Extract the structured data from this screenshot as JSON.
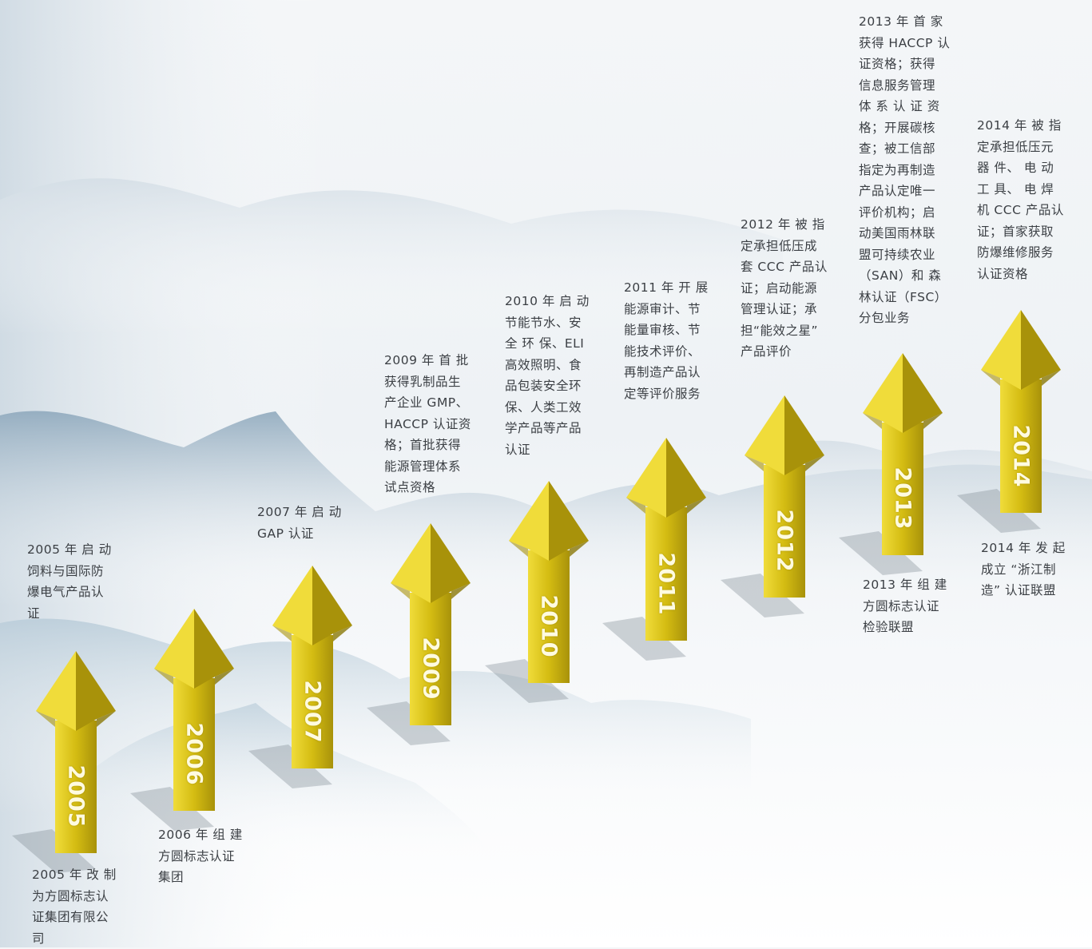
{
  "colors": {
    "arrow_light": "#f0dc3a",
    "arrow_mid": "#d4bc12",
    "arrow_dark": "#a8920a",
    "mountain_blue": "#9fb8c9",
    "text": "#3b3f44"
  },
  "milestones": [
    {
      "year": "2005",
      "above": "2005 年 启 动\n饲料与国际防\n爆电气产品认\n证",
      "below": "2005 年 改 制\n为方圆标志认\n证集团有限公\n司"
    },
    {
      "year": "2006",
      "above": "",
      "below": "2006 年 组 建\n方圆标志认证\n集团"
    },
    {
      "year": "2007",
      "above": "2007 年 启 动\nGAP 认证",
      "below": ""
    },
    {
      "year": "2009",
      "above": "2009 年 首 批\n获得乳制品生\n产企业 GMP、\nHACCP 认证资\n格；首批获得\n能源管理体系\n试点资格",
      "below": ""
    },
    {
      "year": "2010",
      "above": "2010 年 启 动\n节能节水、安\n全 环 保、ELI\n高效照明、食\n品包装安全环\n保、人类工效\n学产品等产品\n认证",
      "below": ""
    },
    {
      "year": "2011",
      "above": "2011 年 开 展\n能源审计、节\n能量审核、节\n能技术评价、\n再制造产品认\n定等评价服务",
      "below": ""
    },
    {
      "year": "2012",
      "above": "2012 年 被 指\n定承担低压成\n套 CCC 产品认\n证；启动能源\n管理认证；承\n担“能效之星”\n产品评价",
      "below": ""
    },
    {
      "year": "2013",
      "above": "2013 年 首 家\n获得 HACCP 认\n证资格；获得\n信息服务管理\n体 系 认 证 资\n格；开展碳核\n查；被工信部\n指定为再制造\n产品认定唯一\n评价机构；启\n动美国雨林联\n盟可持续农业\n（SAN）和 森\n林认证（FSC）\n分包业务",
      "below": "2013 年 组 建\n方圆标志认证\n检验联盟"
    },
    {
      "year": "2014",
      "above": "2014 年 被 指\n定承担低压元\n器 件、 电 动\n工 具、 电 焊\n机 CCC 产品认\n证；首家获取\n防爆维修服务\n认证资格",
      "below": "2014 年 发 起\n成立 “浙江制\n造” 认证联盟"
    }
  ]
}
